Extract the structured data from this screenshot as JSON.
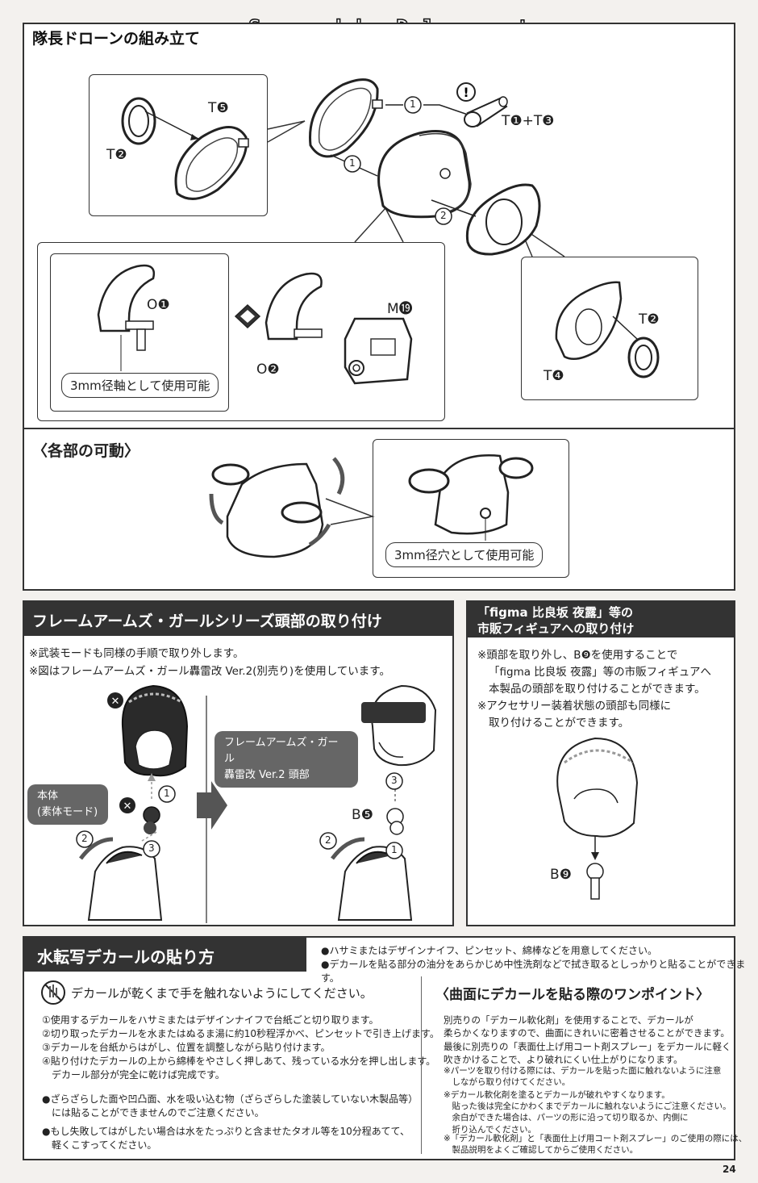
{
  "watermark": "Scanned by Dalong.net",
  "page_number": "24",
  "drone": {
    "title": "隊長ドローンの組み立て",
    "labels": {
      "t5": "T❺",
      "t2_left": "T❷",
      "t1t3": "T❶+T❸",
      "o1": "O❶",
      "m19": "M⓳",
      "o2": "O❷",
      "t2_right": "T❷",
      "t4": "T❹"
    },
    "steps": [
      "1",
      "1",
      "2"
    ],
    "warning_icon": "exclamation-circle-icon",
    "callout_text": "3mm径軸として使用可能"
  },
  "movement": {
    "title": "〈各部の可動〉",
    "callout_text": "3mm径穴として使用可能"
  },
  "fa_head": {
    "title": "フレームアームズ・ガールシリーズ頭部の取り付け",
    "notes": [
      "※武装モードも同様の手順で取り外します。",
      "※図はフレームアームズ・ガール轟雷改 Ver.2(別売り)を使用しています。"
    ],
    "body_label_1": "本体",
    "body_label_2": "(素体モード)",
    "head_label_1": "フレームアームズ・ガール",
    "head_label_2": "轟雷改 Ver.2 頭部",
    "b5": "B❺",
    "steps_left": [
      "1",
      "2",
      "3"
    ],
    "steps_right": [
      "3",
      "2",
      "1"
    ]
  },
  "figma": {
    "title_1": "「figma 比良坂 夜露」等の",
    "title_2": "市販フィギュアへの取り付け",
    "notes": [
      "※頭部を取り外し、B❾を使用することで",
      "「figma 比良坂 夜露」等の市販フィギュアへ",
      "本製品の頭部を取り付けることができます。",
      "※アクセサリー装着状態の頭部も同様に",
      "取り付けることができます。"
    ],
    "b9": "B❾"
  },
  "decal": {
    "title": "水転写デカールの貼り方",
    "prep_notes": [
      "●ハサミまたはデザインナイフ、ピンセット、綿棒などを用意してください。",
      "●デカールを貼る部分の油分をあらかじめ中性洗剤などで拭き取るとしっかりと貼ることができます。"
    ],
    "warning": "デカールが乾くまで手を触れないようにしてください。",
    "steps": [
      "①使用するデカールをハサミまたはデザインナイフで台紙ごと切り取ります。",
      "②切り取ったデカールを水またはぬるま湯に約10秒程浮かべ、ピンセットで引き上げます。",
      "③デカールを台紙からはがし、位置を調整しながら貼り付けます。",
      "④貼り付けたデカールの上から綿棒をやさしく押しあて、残っている水分を押し出します。",
      "　デカール部分が完全に乾けば完成です。"
    ],
    "bullets_1": [
      "●ざらざらした面や凹凸面、水を吸い込む物（ざらざらした塗装していない木製品等）",
      "　には貼ることができませんのでご注意ください。"
    ],
    "bullets_2": [
      "●もし失敗してはがしたい場合は水をたっぷりと含ませたタオル等を10分程あてて、",
      "　軽くこすってください。"
    ],
    "tip_title": "〈曲面にデカールを貼る際のワンポイント〉",
    "tip_text": [
      "別売りの「デカール軟化剤」を使用することで、デカールが",
      "柔らかくなりますので、曲面にきれいに密着させることができます。",
      "最後に別売りの「表面仕上げ用コート剤スプレー」をデカールに軽く",
      "吹きかけることで、より破れにくい仕上がりになります。"
    ],
    "tip_note_1": [
      "※パーツを取り付ける際には、デカールを貼った面に触れないように注意",
      "　しながら取り付けてください。"
    ],
    "tip_note_2": [
      "※デカール軟化剤を塗るとデカールが破れやすくなります。",
      "　貼った後は完全にかわくまでデカールに触れないようにご注意ください。",
      "　余白ができた場合は、パーツの形に沿って切り取るか、内側に",
      "　折り込んでください。"
    ],
    "tip_note_3": [
      "※「デカール軟化剤」と「表面仕上げ用コート剤スプレー」のご使用の際には、",
      "　製品説明をよくご確認してからご使用ください。"
    ]
  }
}
